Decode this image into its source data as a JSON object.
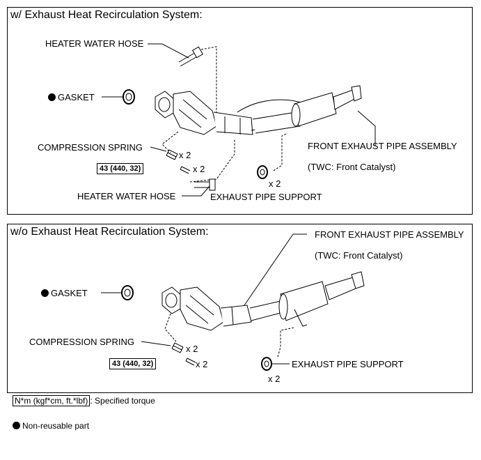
{
  "top_panel": {
    "title": "w/ Exhaust Heat Recirculation System:",
    "labels": {
      "heater_hose_top": "HEATER WATER HOSE",
      "gasket": "GASKET",
      "compression_spring": "COMPRESSION SPRING",
      "front_pipe": "FRONT EXHAUST PIPE ASSEMBLY",
      "twc": "(TWC: Front Catalyst)",
      "heater_hose_bottom": "HEATER WATER HOSE",
      "pipe_support": "EXHAUST PIPE SUPPORT"
    },
    "torque": "43 (440, 32)",
    "qty_spring": "x 2",
    "qty_bolt": "x 2",
    "qty_support": "x 2"
  },
  "bottom_panel": {
    "title": "w/o Exhaust Heat Recirculation System:",
    "labels": {
      "front_pipe": "FRONT EXHAUST PIPE ASSEMBLY",
      "twc": "(TWC: Front Catalyst)",
      "gasket": "GASKET",
      "compression_spring": "COMPRESSION SPRING",
      "pipe_support": "EXHAUST PIPE SUPPORT"
    },
    "torque": "43 (440, 32)",
    "qty_spring": "x 2",
    "qty_bolt": "x 2",
    "qty_support": "x 2"
  },
  "legend": {
    "torque_unit": "N*m (kgf*cm, ft.*lbf)",
    "torque_desc": ": Specified torque",
    "non_reusable": "Non-reusable part"
  },
  "icons": {
    "non_reusable_marker": "filled-circle-icon"
  }
}
